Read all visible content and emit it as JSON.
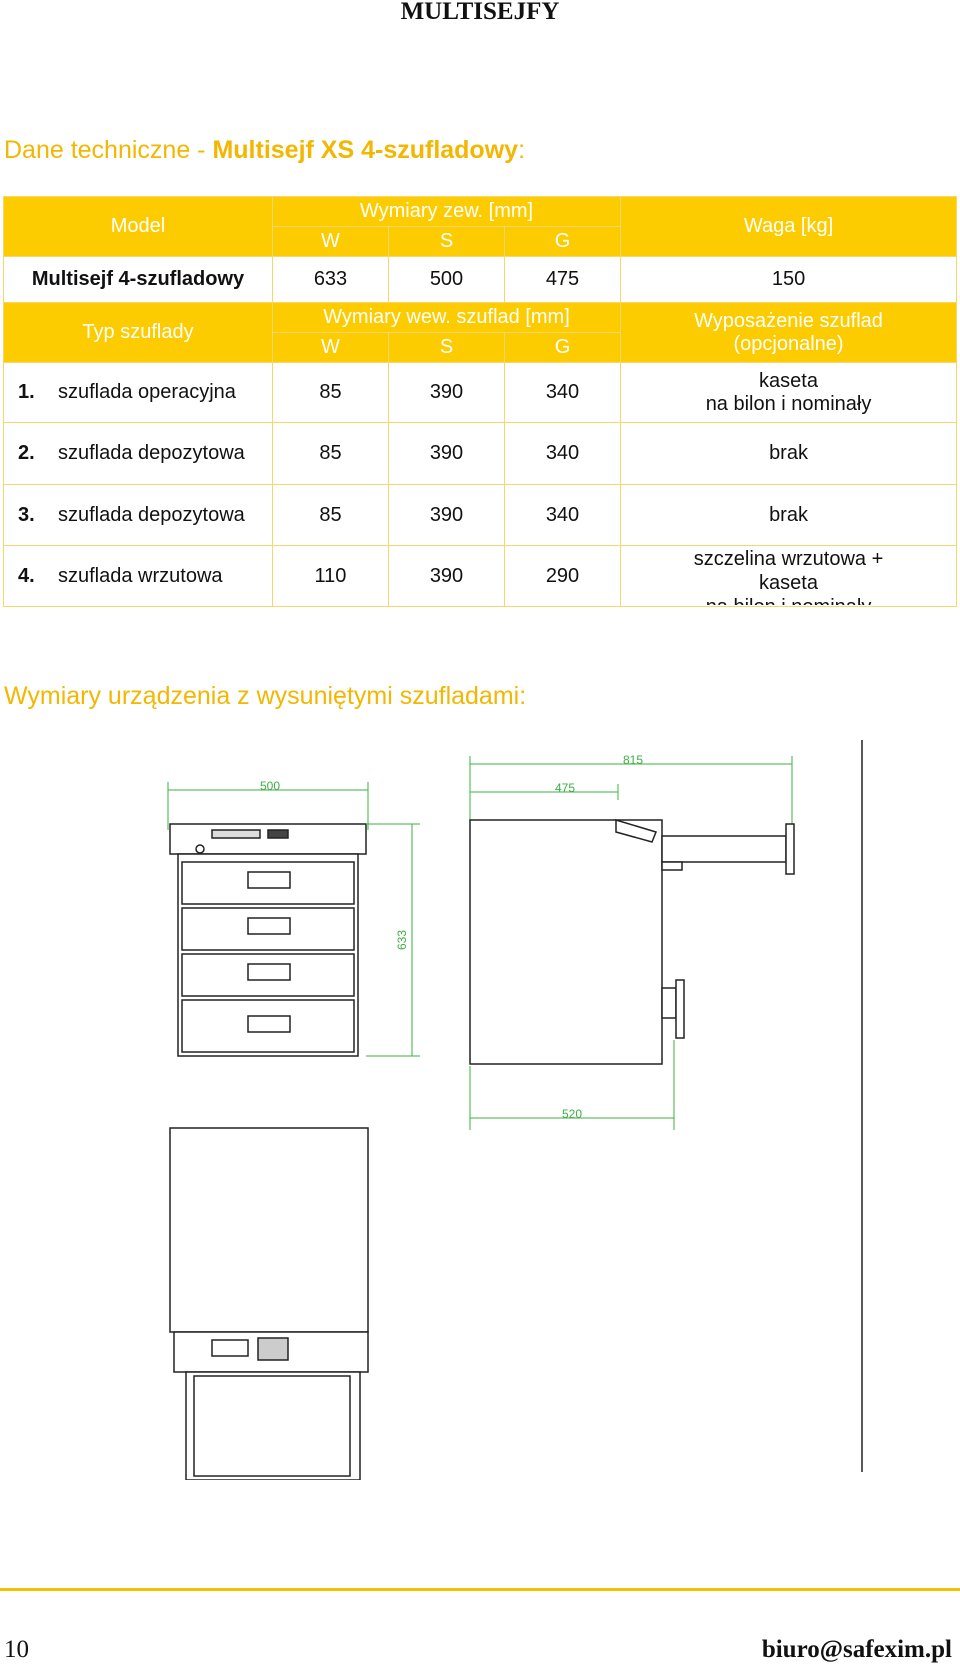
{
  "header": {
    "title": "MULTISEJFY"
  },
  "spec_heading": {
    "prefix": "Dane techniczne - ",
    "bold": "Multisejf XS 4-szufladowy",
    "suffix": ":"
  },
  "table": {
    "model_header": "Model",
    "ext_dims_header": "Wymiary zew. [mm]",
    "weight_header": "Waga [kg]",
    "dim_labels": [
      "W",
      "S",
      "G"
    ],
    "model_row": {
      "name": "Multisejf 4-szufladowy",
      "w": "633",
      "s": "500",
      "g": "475",
      "weight": "150"
    },
    "drawer_type_header": "Typ szuflady",
    "int_dims_header": "Wymiary wew. szuflad [mm]",
    "equipment_header_1": "Wyposażenie szuflad",
    "equipment_header_2": "(opcjonalne)",
    "drawers": [
      {
        "num": "1.",
        "name": "szuflada operacyjna",
        "w": "85",
        "s": "390",
        "g": "340",
        "equip_1": "kaseta",
        "equip_2": "na bilon i nominały"
      },
      {
        "num": "2.",
        "name": "szuflada depozytowa",
        "w": "85",
        "s": "390",
        "g": "340",
        "equip_1": "brak",
        "equip_2": ""
      },
      {
        "num": "3.",
        "name": "szuflada depozytowa",
        "w": "85",
        "s": "390",
        "g": "340",
        "equip_1": "brak",
        "equip_2": ""
      },
      {
        "num": "4.",
        "name": "szuflada wrzutowa",
        "w": "110",
        "s": "390",
        "g": "290",
        "equip_1": "szczelina wrzutowa +",
        "equip_2": "kaseta",
        "equip_3": "na bilon i nominały"
      }
    ]
  },
  "dims_heading": "Wymiary urządzenia z wysuniętymi szufladami:",
  "drawing": {
    "front_width": "500",
    "front_height": "633",
    "side_total": "815",
    "side_depth": "475",
    "side_bottom": "520"
  },
  "footer": {
    "page_number": "10",
    "email": "biuro@safexim.pl"
  },
  "colors": {
    "accent": "#fccc00",
    "heading": "#f2b700",
    "dimension_line": "#3cb043"
  }
}
